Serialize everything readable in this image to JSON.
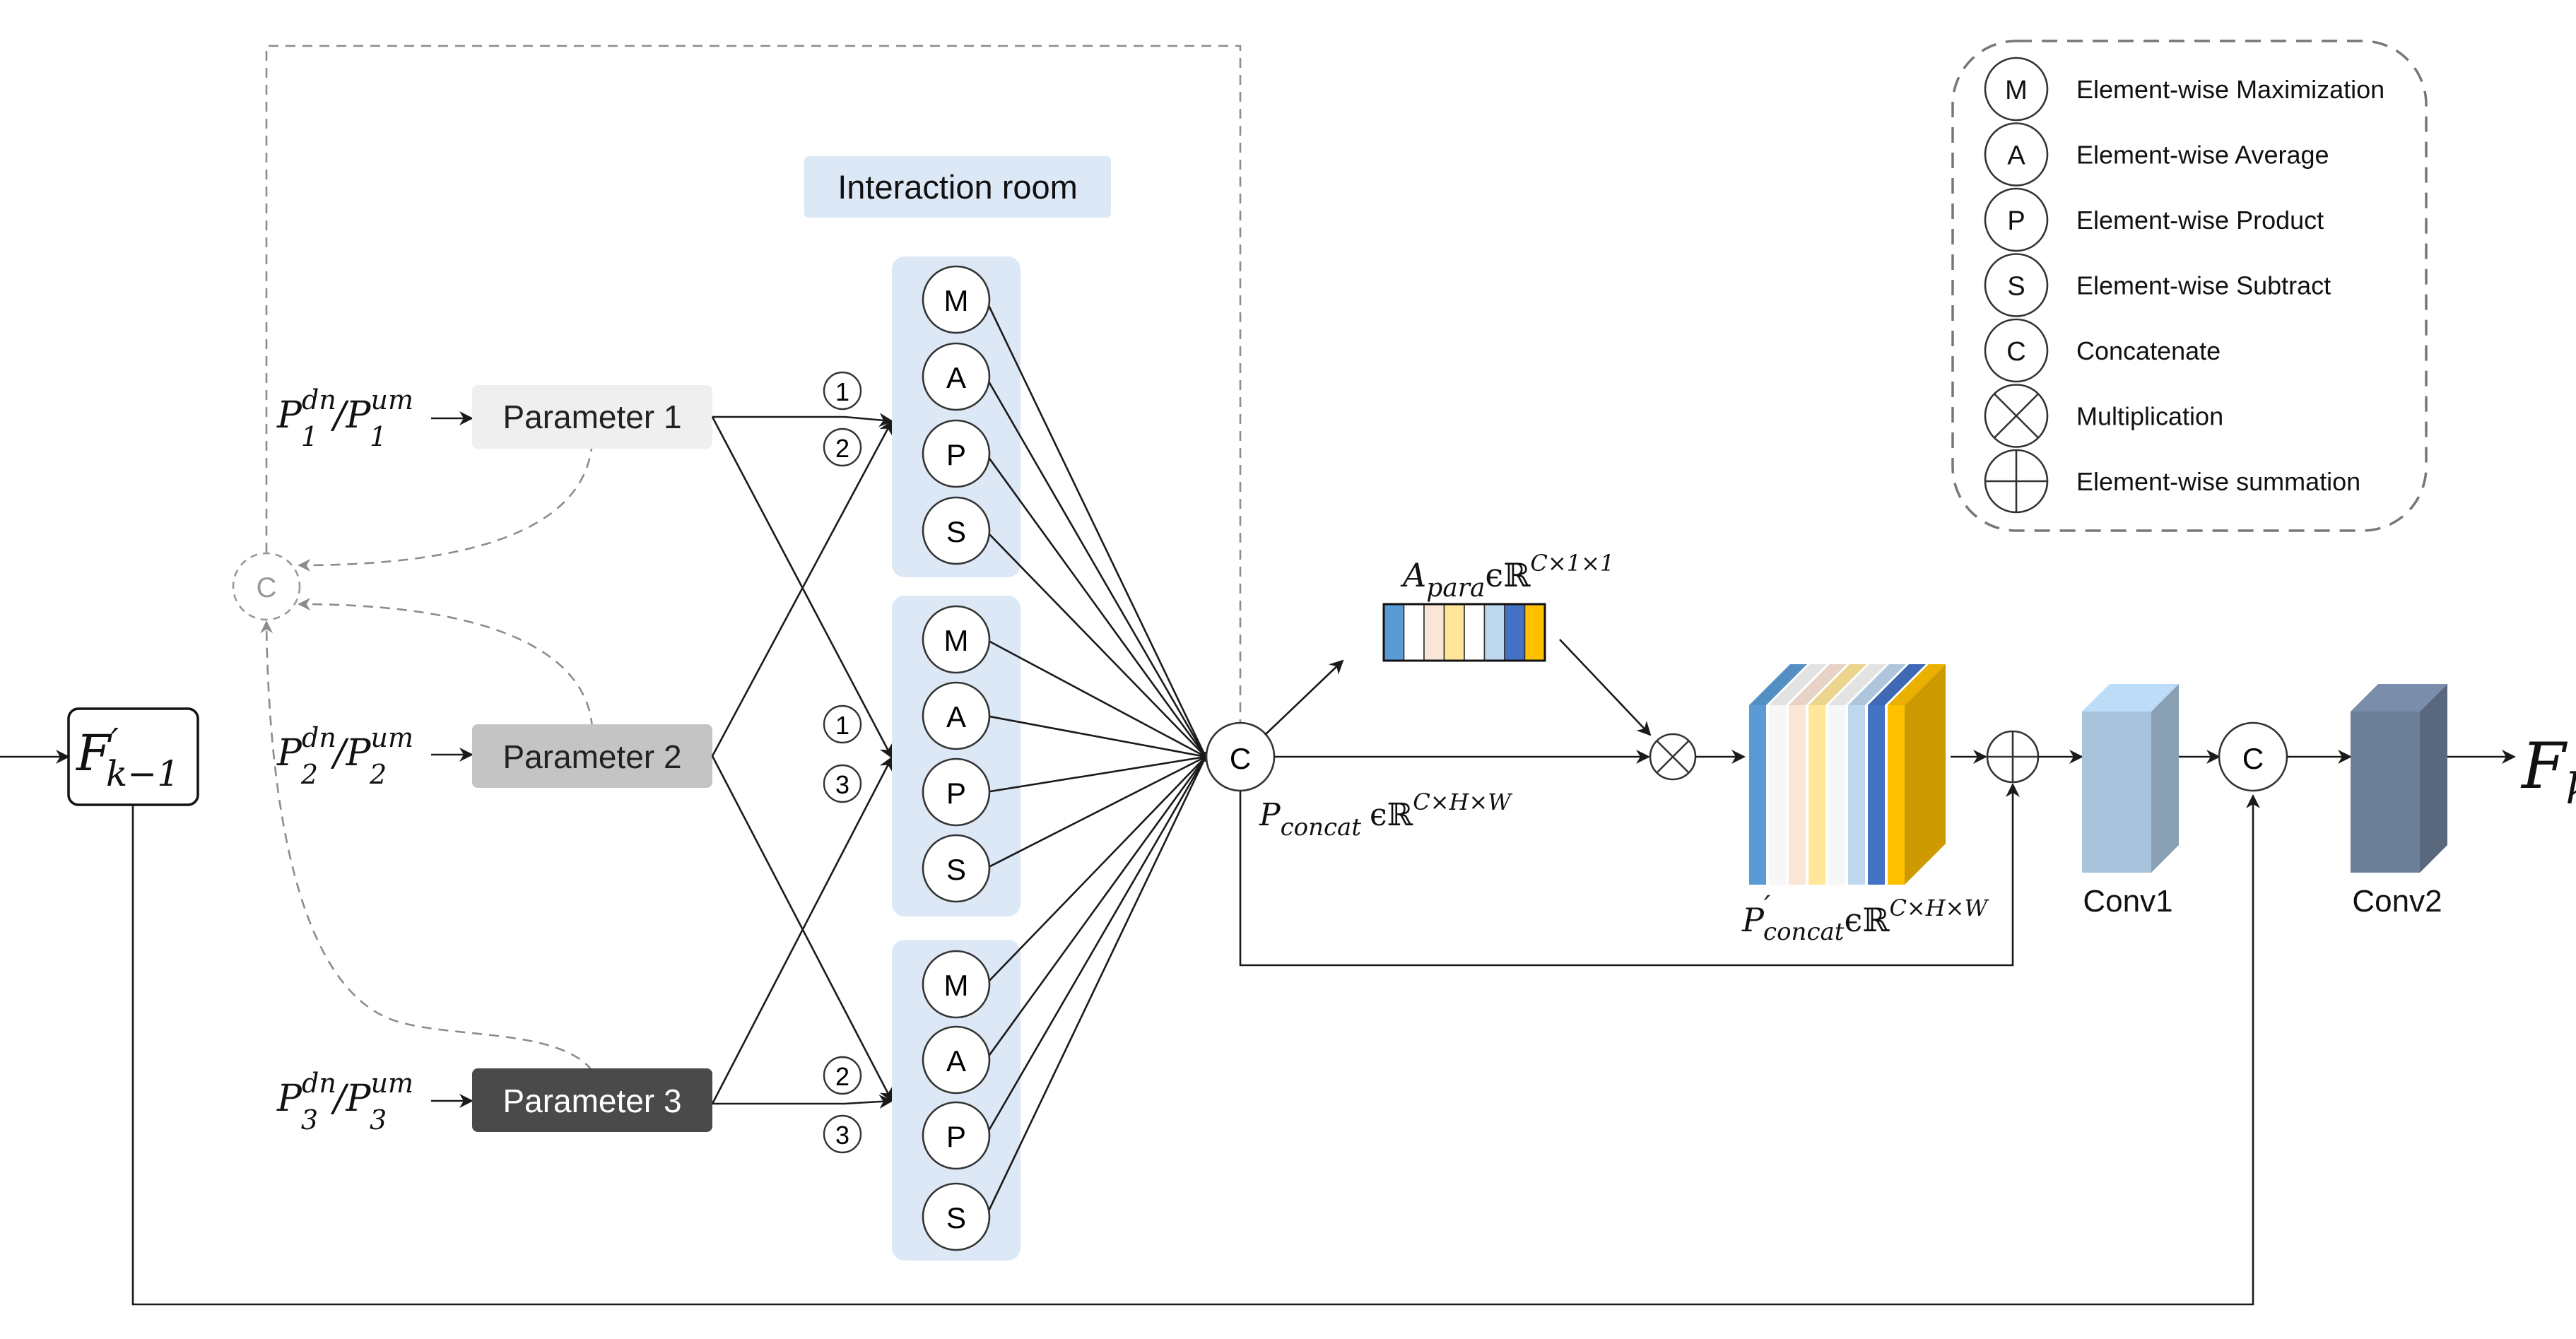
{
  "room": {
    "title": "Interaction room"
  },
  "ops": {
    "m": "M",
    "a": "A",
    "p": "P",
    "s": "S",
    "c": "C"
  },
  "inputs": {
    "fk_prev_base": "F",
    "fk_prev_prime": "′",
    "fk_prev_sub": "k−1",
    "p1": {
      "base": "P",
      "sub": "1",
      "sup": "dn",
      "sep": "/",
      "base2": "P",
      "sub2": "1",
      "sup2": "um"
    },
    "p2": {
      "base": "P",
      "sub": "2",
      "sup": "dn",
      "sep": "/",
      "base2": "P",
      "sub2": "2",
      "sup2": "um"
    },
    "p3": {
      "base": "P",
      "sub": "3",
      "sup": "dn",
      "sep": "/",
      "base2": "P",
      "sub2": "3",
      "sup2": "um"
    }
  },
  "params": {
    "p1": {
      "label": "Parameter 1",
      "color": "#efefef",
      "text_color": "#222222"
    },
    "p2": {
      "label": "Parameter 2",
      "color": "#c4c4c4",
      "text_color": "#222222"
    },
    "p3": {
      "label": "Parameter 3",
      "color": "#4a4a4a",
      "text_color": "#ffffff"
    }
  },
  "pair_labels": {
    "one": "1",
    "two": "2",
    "three": "3"
  },
  "a_para": {
    "base": "A",
    "sub": "para",
    "in": "ϵℝ",
    "sup": "C×1×1"
  },
  "p_concat": {
    "base": "P",
    "sub": "concat",
    "in": "ϵℝ",
    "sup": "C×H×W"
  },
  "p_concat_prime": {
    "base": "P",
    "prime": "′",
    "sub": "concat",
    "in": "ϵℝ",
    "sup": "C×H×W"
  },
  "attention_colors": [
    "#5b9bd5",
    "#ffffff",
    "#fbe5d6",
    "#ffe699",
    "#ffffff",
    "#bdd7ee",
    "#4472c4",
    "#ffc000"
  ],
  "conv1": {
    "label": "Conv1",
    "color": "#a8c4dd"
  },
  "conv2": {
    "label": "Conv2",
    "color": "#6d7f99"
  },
  "output": {
    "base": "F",
    "sub": "k"
  },
  "legend": [
    {
      "symbol": "M",
      "icon": "circle-letter",
      "label": "Element-wise Maximization"
    },
    {
      "symbol": "A",
      "icon": "circle-letter",
      "label": "Element-wise Average"
    },
    {
      "symbol": "P",
      "icon": "circle-letter",
      "label": "Element-wise Product"
    },
    {
      "symbol": "S",
      "icon": "circle-letter",
      "label": "Element-wise Subtract"
    },
    {
      "symbol": "C",
      "icon": "circle-letter",
      "label": "Concatenate"
    },
    {
      "symbol": "",
      "icon": "circle-cross",
      "label": "Multiplication"
    },
    {
      "symbol": "",
      "icon": "circle-plus",
      "label": "Element-wise summation"
    }
  ]
}
